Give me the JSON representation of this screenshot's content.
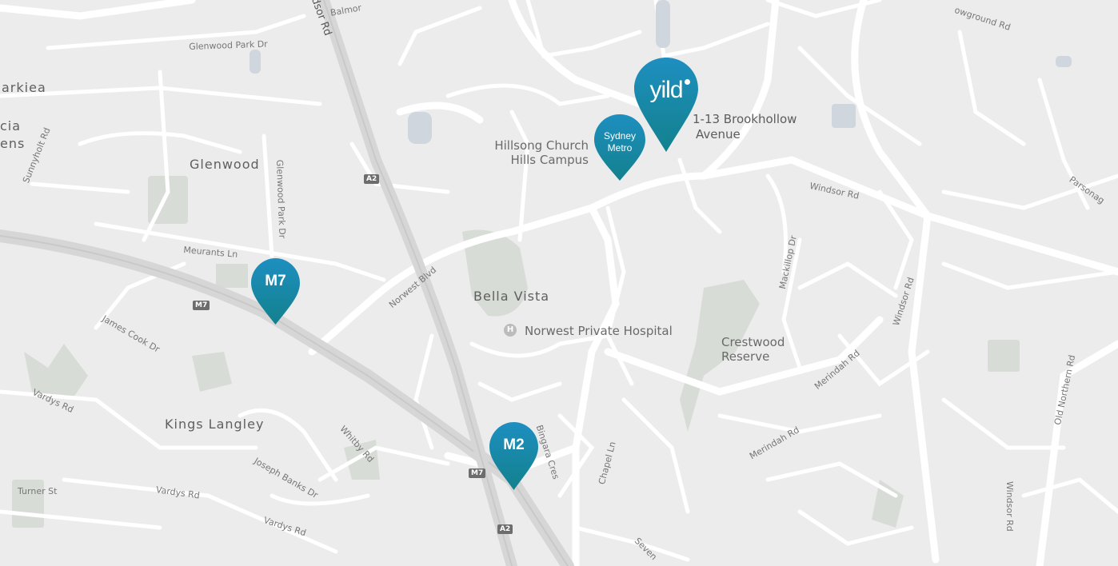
{
  "map": {
    "colors": {
      "road": "#ffffff",
      "motorway": "#d4d4d4",
      "park": "#d8dcd6",
      "land": "#ececec",
      "pin_top": "#1e8fc0",
      "pin_bottom": "#12818d"
    },
    "suburbs": {
      "glenwood": "Glenwood",
      "bella_vista": "Bella Vista",
      "kings_langley": "Kings Langley",
      "parklea": "arkiea",
      "acia": "cia",
      "gardens": "ens"
    },
    "streets": {
      "glenwood_park_dr_top": "Glenwood Park Dr",
      "glenwood_park_dr_side": "Glenwood Park Dr",
      "windsor_rd_top": "dsor Rd",
      "balmoral": "Balmor",
      "showground_rd": "owground Rd",
      "windsor_rd_east": "Windsor Rd",
      "windsor_rd_diag": "Windsor Rd",
      "windsor_rd_right": "Windsor Rd",
      "parsonage": "Parsonag",
      "sunnyholt_rd": "Sunnyholt Rd",
      "meurants_ln": "Meurants Ln",
      "norwest_blvd": "Norwest Blvd",
      "james_cook_dr": "James Cook Dr",
      "vardys_rd_left": "Vardys Rd",
      "vardys_rd_mid": "Vardys Rd",
      "vardys_rd_low": "Vardys Rd",
      "turner_st": "Turner St",
      "joseph_banks_dr": "Joseph Banks Dr",
      "whitby_rd": "Whitby Rd",
      "bingara_cres": "Bingara Cres",
      "chapel_ln": "Chapel Ln",
      "seven": "Seven",
      "mackillop_dr": "Mackillop Dr",
      "merindah_rd_1": "Merindah Rd",
      "merindah_rd_2": "Merindah Rd",
      "old_northern_rd": "Old Northern Rd"
    },
    "pois": {
      "hillsong_line1": "Hillsong Church",
      "hillsong_line2": "Hills Campus",
      "hospital": "Norwest Private Hospital",
      "hospital_icon": "H",
      "crestwood_line1": "Crestwood",
      "crestwood_line2": "Reserve",
      "address_line1": "1-13 Brookhollow",
      "address_line2": "Avenue"
    },
    "shields": {
      "a2_top": "A2",
      "a2_bottom": "A2",
      "m7_left": "M7",
      "m7_bottom": "M7"
    },
    "pins": {
      "yild": "yild",
      "sydney_metro_line1": "Sydney",
      "sydney_metro_line2": "Metro",
      "m7": "M7",
      "m2": "M2"
    }
  }
}
